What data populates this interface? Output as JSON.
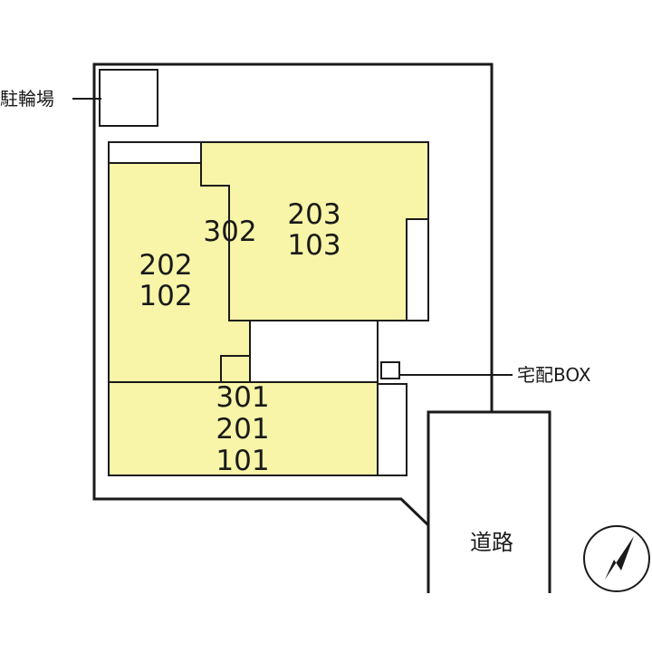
{
  "callouts": {
    "bicycle_parking": "駐輪場",
    "delivery_box": "宅配BOX"
  },
  "road_label": "道路",
  "units": {
    "block_302": [
      "302"
    ],
    "block_202": [
      "202",
      "102"
    ],
    "block_203": [
      "203",
      "103"
    ],
    "block_301": [
      "301",
      "201",
      "101"
    ]
  },
  "colors": {
    "unit_fill": "#f8f5a8",
    "line": "#1a1a1a",
    "background": "#ffffff"
  },
  "icons": {
    "compass": "north-arrow-icon"
  }
}
